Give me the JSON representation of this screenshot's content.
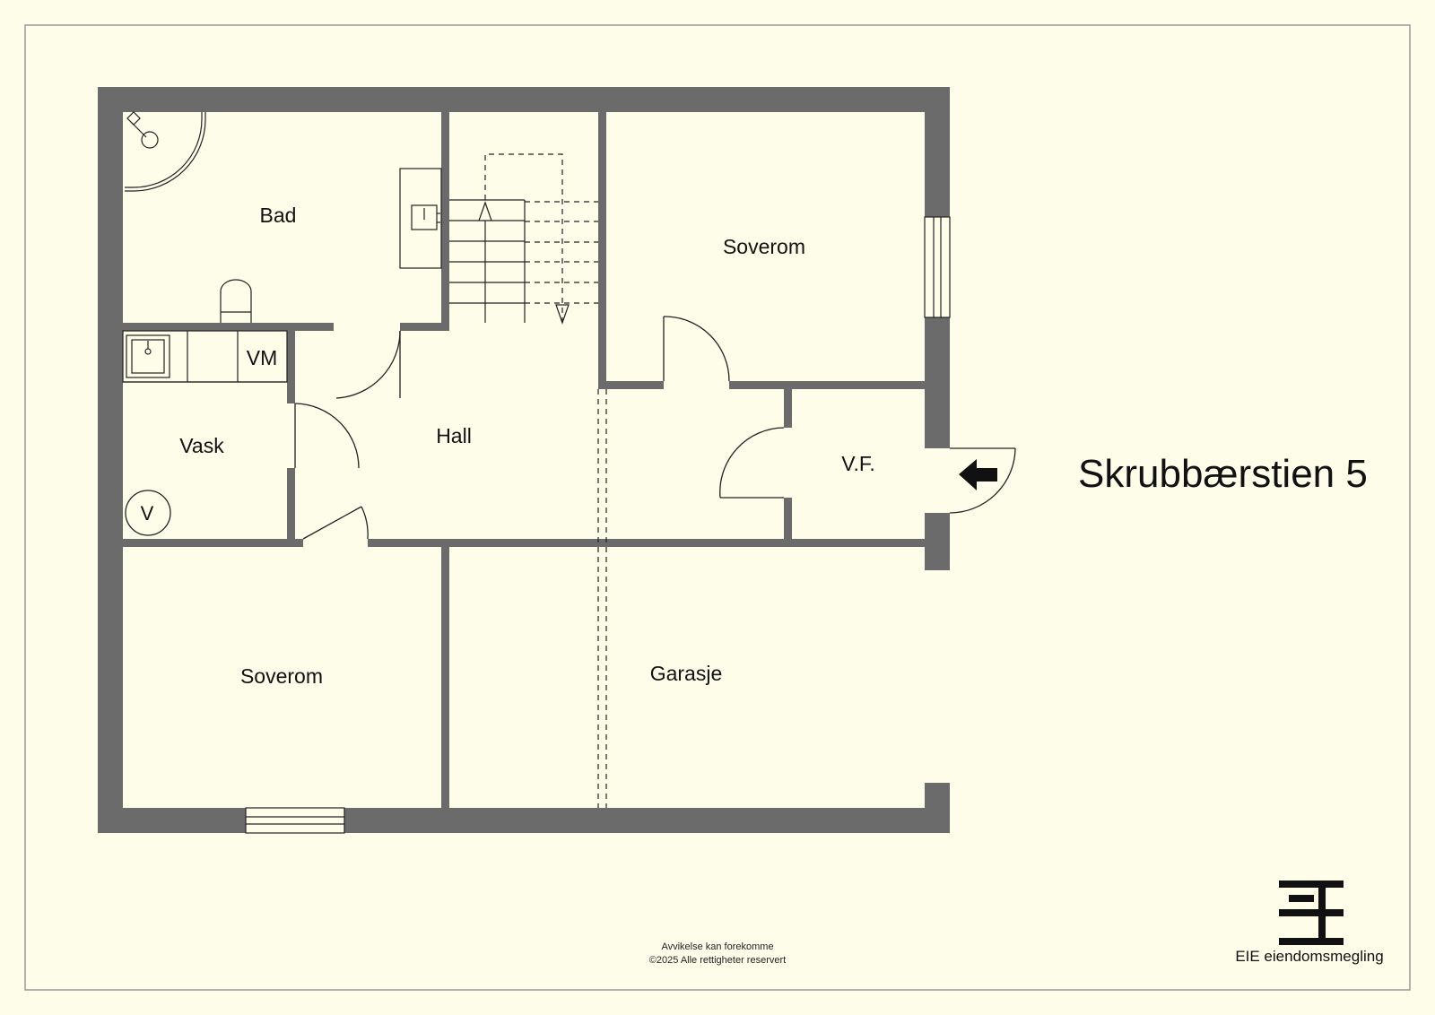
{
  "title": "Skrubbærstien 5",
  "rooms": {
    "bad": "Bad",
    "soverom_top": "Soverom",
    "vm": "VM",
    "vask": "Vask",
    "hall": "Hall",
    "vf": "V.F.",
    "v": "V",
    "soverom_bottom": "Soverom",
    "garasje": "Garasje"
  },
  "footer": {
    "disclaimer_line1": "Avvikelse kan forekomme",
    "disclaimer_line2": "©2025 Alle rettigheter reservert"
  },
  "brand": {
    "name": "EIE eiendomsmegling",
    "logo_icon": "eie-logo-icon"
  },
  "colors": {
    "background": "#fdfde9",
    "wall": "#6b6b6b",
    "line": "#222222"
  }
}
